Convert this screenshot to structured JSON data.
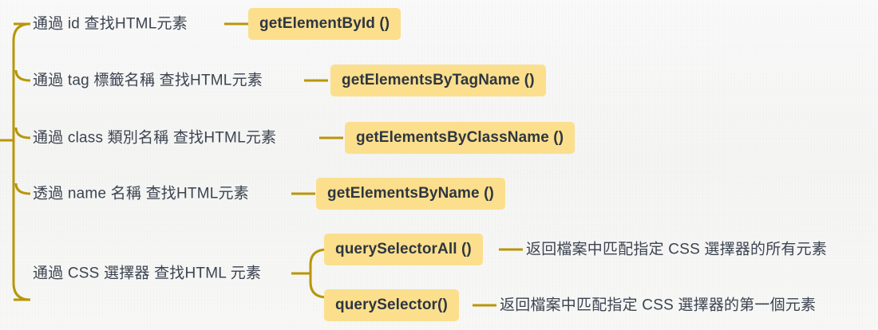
{
  "diagram": {
    "title": "HTML DOM element selection methods mind map",
    "colors": {
      "background": "#f7f7f6",
      "branch_line": "#b8960b",
      "badge_fill": "#fbdf8d",
      "text": "#3c4450"
    },
    "branches": [
      {
        "label": "通過 id 查找HTML元素",
        "method": "getElementById ()",
        "description": "",
        "children": []
      },
      {
        "label": "通過 tag 標籤名稱 查找HTML元素",
        "method": "getElementsByTagName ()",
        "description": "",
        "children": []
      },
      {
        "label": "通過 class 類別名稱 查找HTML元素",
        "method": "getElementsByClassName ()",
        "description": "",
        "children": []
      },
      {
        "label": "透過 name 名稱 查找HTML元素",
        "method": "getElementsByName ()",
        "description": "",
        "children": []
      },
      {
        "label": "通過 CSS 選擇器 查找HTML 元素",
        "method": "",
        "description": "",
        "children": [
          {
            "method": "querySelectorAll ()",
            "description": "返回檔案中匹配指定 CSS 選擇器的所有元素"
          },
          {
            "method": "querySelector()",
            "description": "返回檔案中匹配指定 CSS 選擇器的第一個元素"
          }
        ]
      }
    ]
  }
}
